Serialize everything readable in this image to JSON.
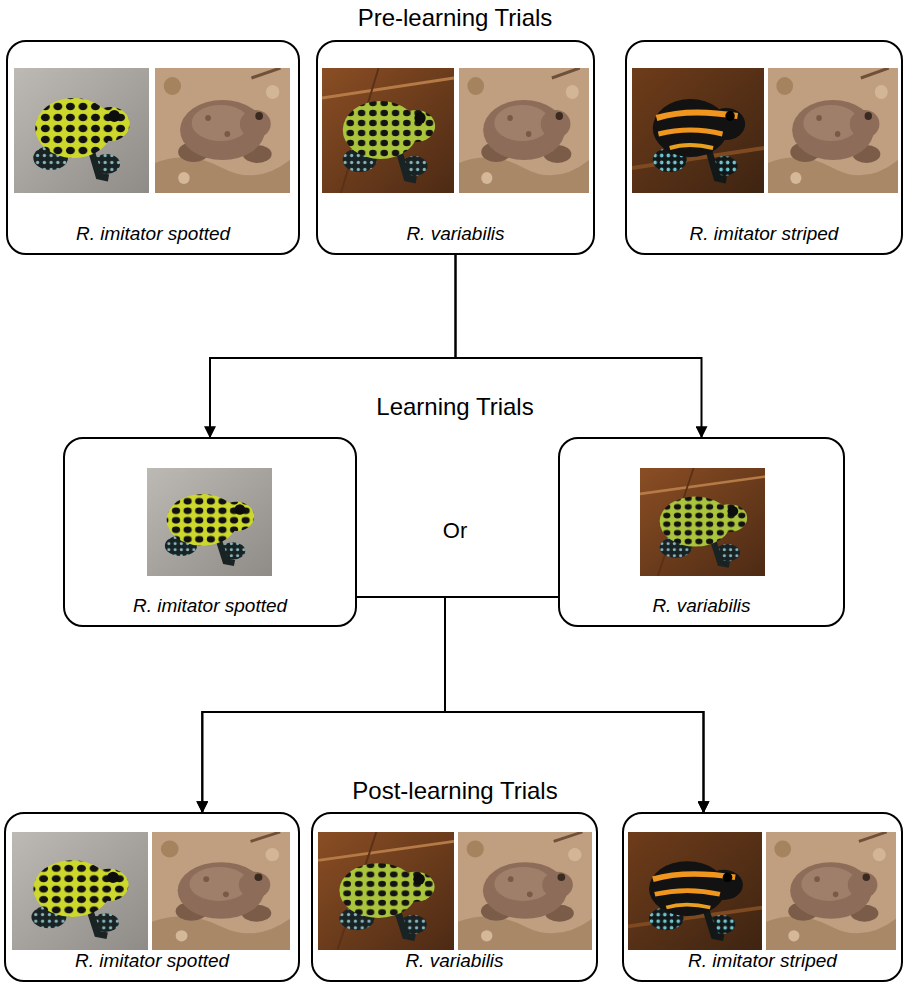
{
  "diagram": {
    "nodes": [
      {
        "text": [
          "R. imitator spotted"
        ]
      },
      {
        "text": [
          "R. variabilis"
        ]
      },
      {
        "text": [
          "R. imitator striped"
        ]
      },
      {
        "text": [
          "R. imitator spotted"
        ]
      },
      {
        "text": [
          "R. variabilis"
        ]
      },
      {
        "text": [
          "R. imitator spotted"
        ]
      },
      {
        "text": [
          "R. variabilis"
        ]
      },
      {
        "text": [
          "R. imitator striped"
        ]
      }
    ],
    "edges": [
      {
        "from": 1,
        "to": 3,
        "arrow": "to"
      },
      {
        "from": 1,
        "to": 4,
        "arrow": "to"
      },
      {
        "from": 3,
        "to": 5,
        "arrow": "to"
      },
      {
        "from": 3,
        "to": 7,
        "arrow": "to"
      },
      {
        "from": 4,
        "to": 5,
        "arrow": "to"
      },
      {
        "from": 4,
        "to": 7,
        "arrow": "to"
      }
    ],
    "labels": [
      "Pre-learning Trials",
      "Learning Trials",
      "Or",
      "Post-learning Trials"
    ]
  }
}
